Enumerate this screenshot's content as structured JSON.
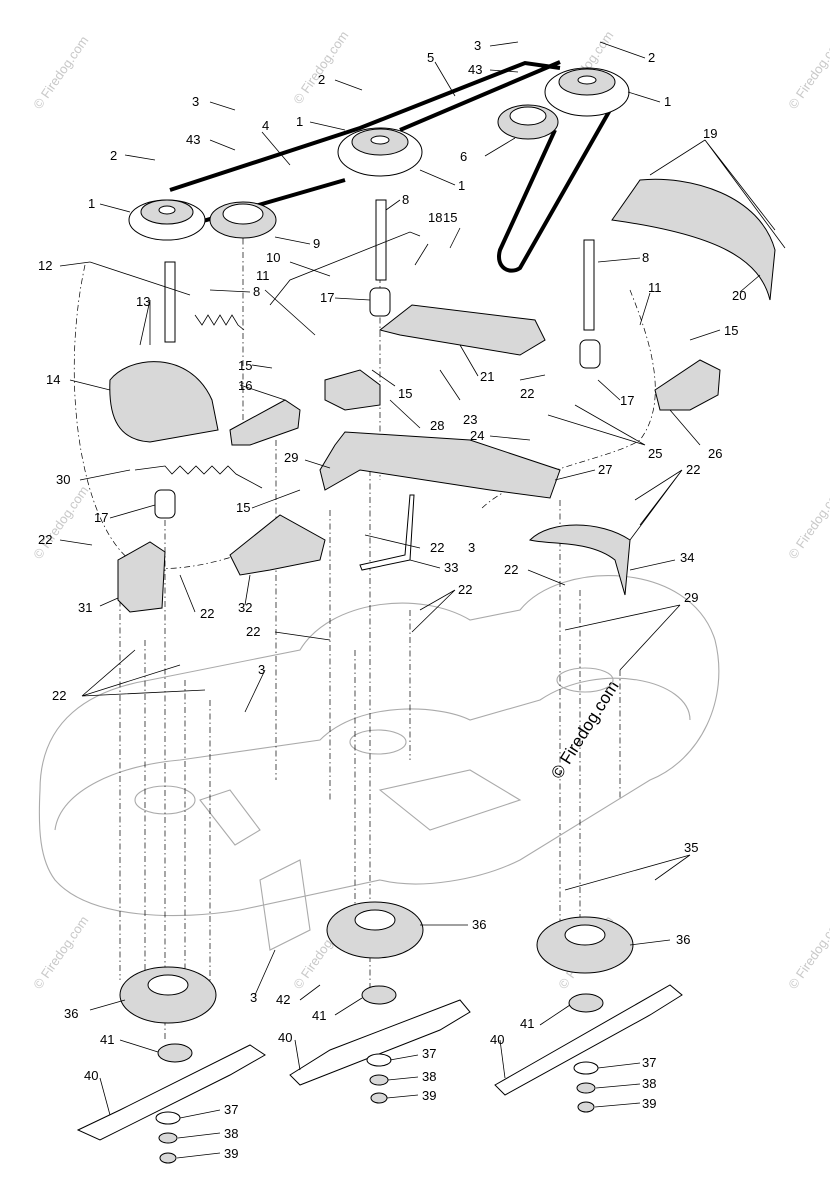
{
  "watermark": {
    "text": "© Firedog.com",
    "center_text": "© Firedog.com"
  },
  "callouts": [
    "1",
    "1",
    "1",
    "1",
    "2",
    "2",
    "2",
    "3",
    "3",
    "3",
    "3",
    "3",
    "4",
    "5",
    "6",
    "8",
    "8",
    "8",
    "9",
    "10",
    "11",
    "11",
    "12",
    "13",
    "14",
    "15",
    "15",
    "15",
    "15",
    "15",
    "16",
    "17",
    "17",
    "17",
    "18",
    "19",
    "20",
    "21",
    "22",
    "22",
    "22",
    "22",
    "22",
    "22",
    "22",
    "22",
    "22",
    "23",
    "24",
    "25",
    "26",
    "27",
    "28",
    "29",
    "29",
    "30",
    "31",
    "32",
    "33",
    "34",
    "35",
    "36",
    "36",
    "36",
    "37",
    "37",
    "37",
    "38",
    "38",
    "38",
    "39",
    "39",
    "39",
    "40",
    "40",
    "40",
    "41",
    "41",
    "41",
    "42",
    "43",
    "43"
  ]
}
